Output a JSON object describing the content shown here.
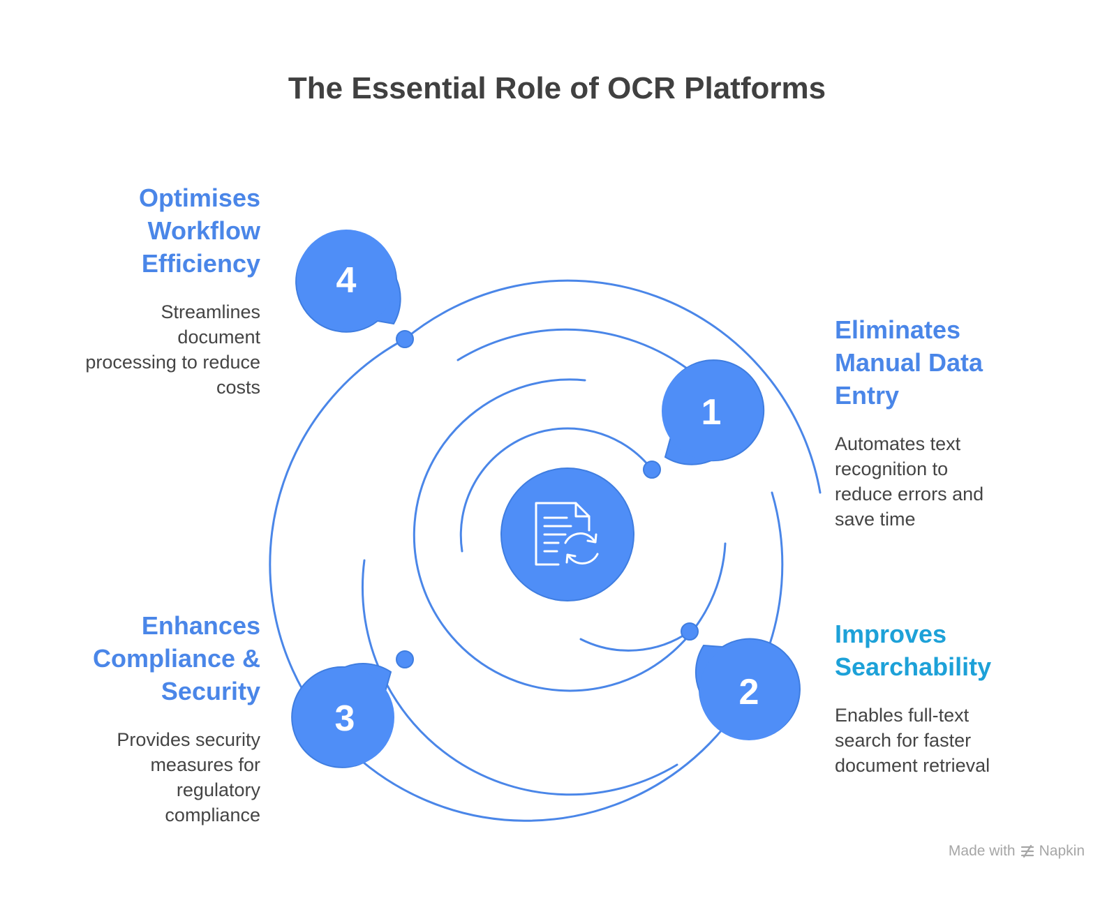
{
  "title": "The Essential Role of OCR Platforms",
  "center": {
    "icon": "document-refresh-icon"
  },
  "colors": {
    "primary": "#4f8ef7",
    "ring_stroke": "#4a86e8",
    "heading_blue": "#4a86e8",
    "heading_cyan": "#1da1d8",
    "body_text": "#444444",
    "title_text": "#404040"
  },
  "items": [
    {
      "number": "1",
      "heading": "Eliminates Manual Data Entry",
      "heading_lines": [
        "Eliminates",
        "Manual Data",
        "Entry"
      ],
      "body": "Automates text recognition to reduce errors and save time",
      "body_lines": [
        "Automates text",
        "recognition to",
        "reduce errors and",
        "save time"
      ]
    },
    {
      "number": "2",
      "heading": "Improves Searchability",
      "heading_lines": [
        "Improves",
        "Searchability"
      ],
      "body": "Enables full-text search for faster document retrieval",
      "body_lines": [
        "Enables full-text",
        "search for faster",
        "document retrieval"
      ]
    },
    {
      "number": "3",
      "heading": "Enhances Compliance & Security",
      "heading_lines": [
        "Enhances",
        "Compliance &",
        "Security"
      ],
      "body": "Provides security measures for regulatory compliance",
      "body_lines": [
        "Provides security",
        "measures for",
        "regulatory",
        "compliance"
      ]
    },
    {
      "number": "4",
      "heading": "Optimises Workflow Efficiency",
      "heading_lines": [
        "Optimises",
        "Workflow",
        "Efficiency"
      ],
      "body": "Streamlines document processing to reduce costs",
      "body_lines": [
        "Streamlines",
        "document",
        "processing to reduce",
        "costs"
      ]
    }
  ],
  "watermark": {
    "prefix": "Made with",
    "brand": "Napkin",
    "icon": "napkin-logo-icon"
  }
}
